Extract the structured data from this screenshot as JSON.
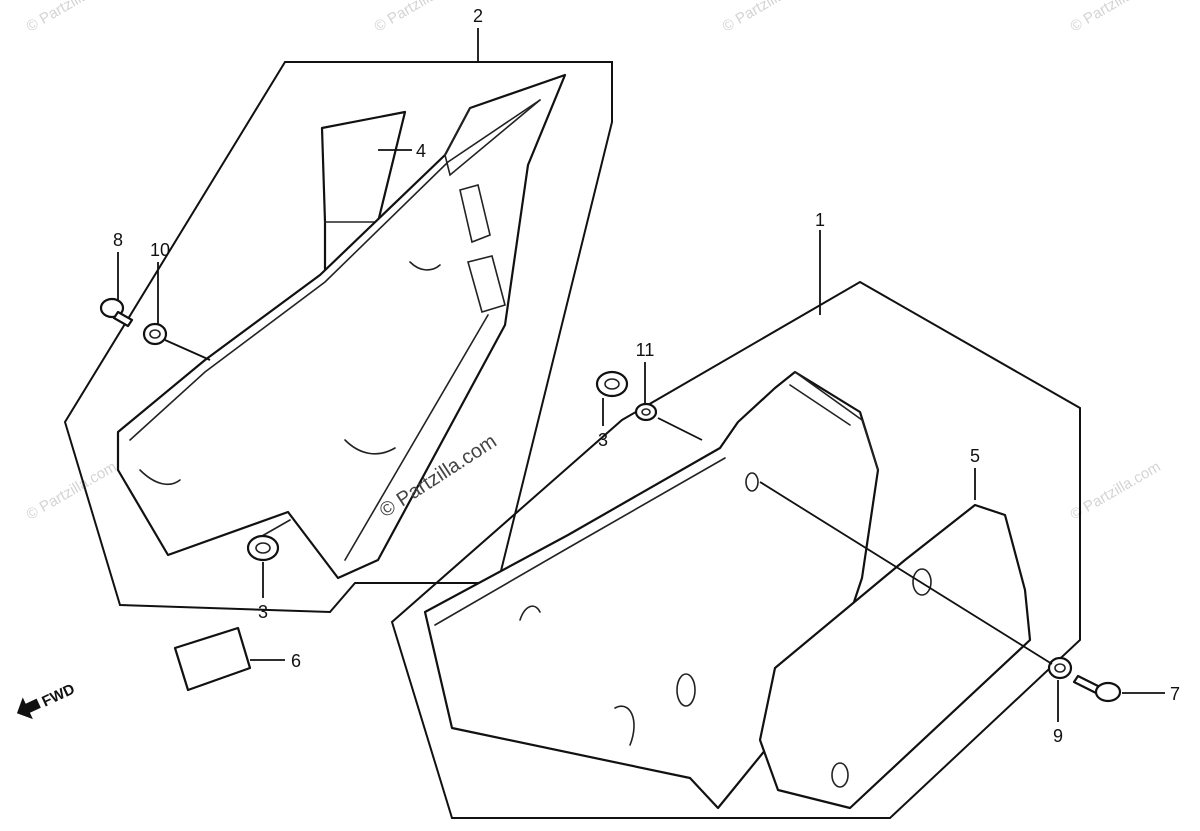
{
  "diagram": {
    "callouts": {
      "c1": "1",
      "c2": "2",
      "c3a": "3",
      "c3b": "3",
      "c4": "4",
      "c5": "5",
      "c6": "6",
      "c7": "7",
      "c8": "8",
      "c9": "9",
      "c10": "10",
      "c11": "11"
    },
    "direction_label": "FWD",
    "watermark": "© Partzilla.com"
  }
}
